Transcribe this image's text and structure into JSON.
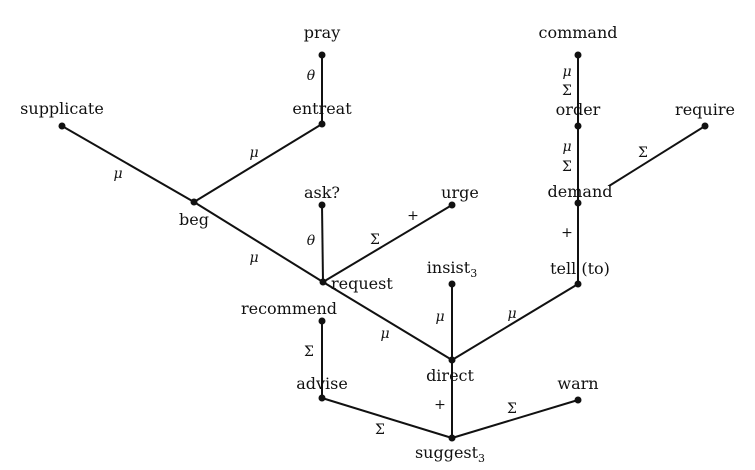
{
  "words": {
    "pray": "pray",
    "command": "command",
    "supplicate": "supplicate",
    "entreat": "entreat",
    "order": "order",
    "require": "require",
    "ask": "ask?",
    "urge": "urge",
    "demand": "demand",
    "beg": "beg",
    "insist": "insist",
    "insist_sub": "3",
    "tell": "tell (to)",
    "request": "request",
    "recommend": "recommend",
    "advise": "advise",
    "direct": "direct",
    "warn": "warn",
    "suggest": "suggest",
    "suggest_sub": "3"
  },
  "relations": {
    "pray_entreat": "θ",
    "command_order_mu": "μ",
    "command_order_sigma": "Σ",
    "order_demand_mu": "μ",
    "order_demand_sigma": "Σ",
    "require_demand": "Σ",
    "supplicate_beg": "μ",
    "entreat_beg": "μ",
    "ask_request": "θ",
    "urge_request_sigma": "Σ",
    "urge_request_plus": "+",
    "demand_tell": "+",
    "beg_request": "μ",
    "insist_direct": "μ",
    "tell_direct": "μ",
    "request_direct": "μ",
    "recommend_advise": "Σ",
    "direct_suggest": "+",
    "advise_suggest": "Σ",
    "warn_suggest": "Σ"
  }
}
